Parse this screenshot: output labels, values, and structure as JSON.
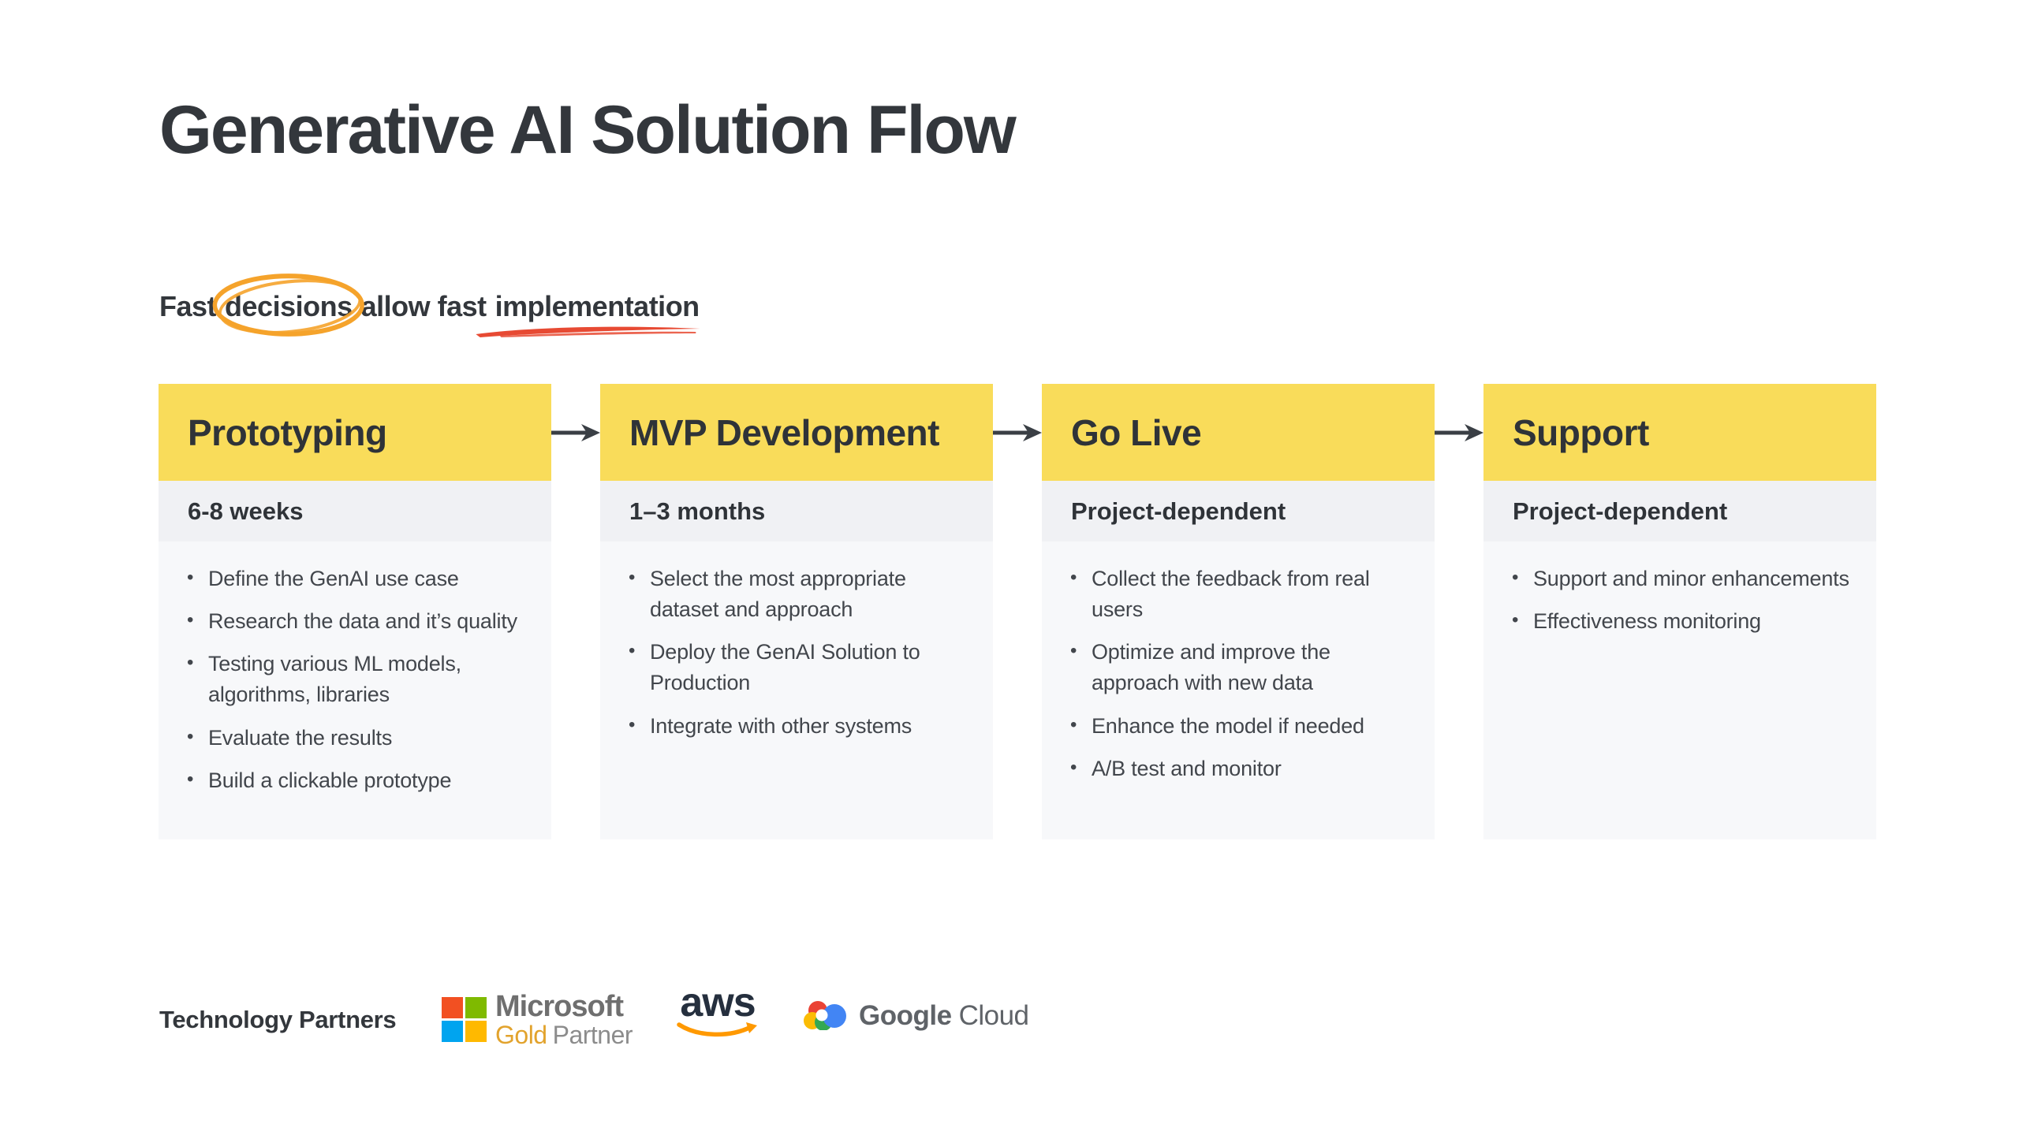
{
  "slide": {
    "title": "Generative AI Solution Flow",
    "subtitle": {
      "part1": "Fast",
      "circled_word": "decisions",
      "part2": "allow fast",
      "underlined_word": "implementation"
    }
  },
  "stages": [
    {
      "title": "Prototyping",
      "duration": "6-8 weeks",
      "bullets": [
        "Define the GenAI use case",
        "Research the data and it’s quality",
        "Testing various ML models, algorithms, libraries",
        "Evaluate the results",
        "Build a clickable prototype"
      ]
    },
    {
      "title": "MVP Development",
      "duration": "1–3 months",
      "bullets": [
        "Select the most appropriate dataset and approach",
        "Deploy the GenAI Solution to Production",
        "Integrate with other systems"
      ]
    },
    {
      "title": "Go Live",
      "duration": "Project-dependent",
      "bullets": [
        "Collect the feedback from real users",
        "Optimize and improve the approach with new data",
        "Enhance the model if needed",
        "A/B test and monitor"
      ]
    },
    {
      "title": "Support",
      "duration": "Project-dependent",
      "bullets": [
        "Support and minor enhancements",
        "Effectiveness monitoring"
      ]
    }
  ],
  "partners": {
    "label": "Technology Partners",
    "microsoft": {
      "name": "Microsoft",
      "tier": "Gold",
      "tier_suffix": "Partner"
    },
    "aws": {
      "wordmark": "aws"
    },
    "google_cloud": {
      "brand": "Google",
      "product": "Cloud"
    }
  },
  "colors": {
    "stage_header_yellow": "#F9DC5A",
    "duration_band_gray": "#F0F1F4",
    "card_body_gray": "#F7F8FA",
    "text_dark": "#33373C",
    "arrow_dark": "#3A3F45",
    "circle_annotation_orange": "#F5A32B",
    "underline_annotation_red": "#E74A33",
    "microsoft_red": "#F25022",
    "microsoft_green": "#7FBA00",
    "microsoft_blue": "#00A4EF",
    "microsoft_yellow": "#FFB900",
    "microsoft_gold": "#E2A32D",
    "microsoft_gray": "#6F6F6F",
    "aws_navy": "#252F3E",
    "aws_orange": "#FF9900",
    "google_blue": "#4285F4",
    "google_red": "#EA4335",
    "google_yellow": "#FBBC05",
    "google_green": "#34A853",
    "google_text_gray": "#5F6368"
  }
}
